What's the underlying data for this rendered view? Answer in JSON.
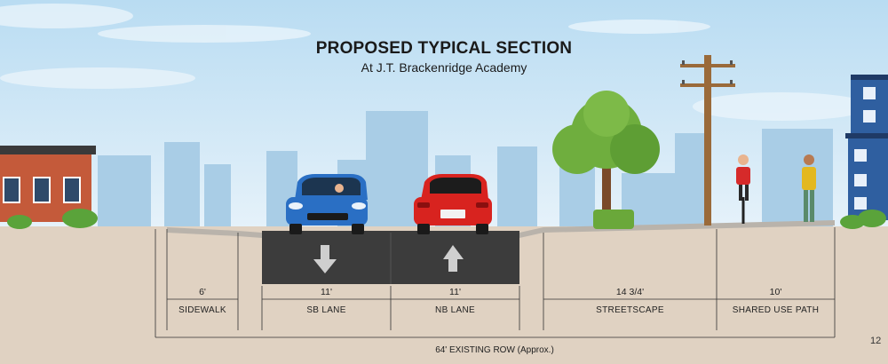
{
  "title": "PROPOSED TYPICAL SECTION",
  "subtitle": "At J.T. Brackenridge Academy",
  "segments": [
    {
      "width": "6'",
      "label": "SIDEWALK"
    },
    {
      "width": "11'",
      "label": "SB LANE"
    },
    {
      "width": "11'",
      "label": "NB LANE"
    },
    {
      "width": "14 3/4'",
      "label": "STREETSCAPE"
    },
    {
      "width": "10'",
      "label": "SHARED USE PATH"
    }
  ],
  "row_label": "64' EXISTING ROW (Approx.)",
  "page_number": "12",
  "colors": {
    "sky": "#cfe6f5",
    "skyline": "#a9cde6",
    "ground": "#e0d2c2",
    "asphalt": "#3c3c3c",
    "sb_car": "#2a6fc4",
    "nb_car": "#d8231f",
    "tree": "#6fae3e",
    "pole": "#9a6a3a"
  },
  "icons": [
    "down-arrow-icon",
    "up-arrow-icon"
  ]
}
